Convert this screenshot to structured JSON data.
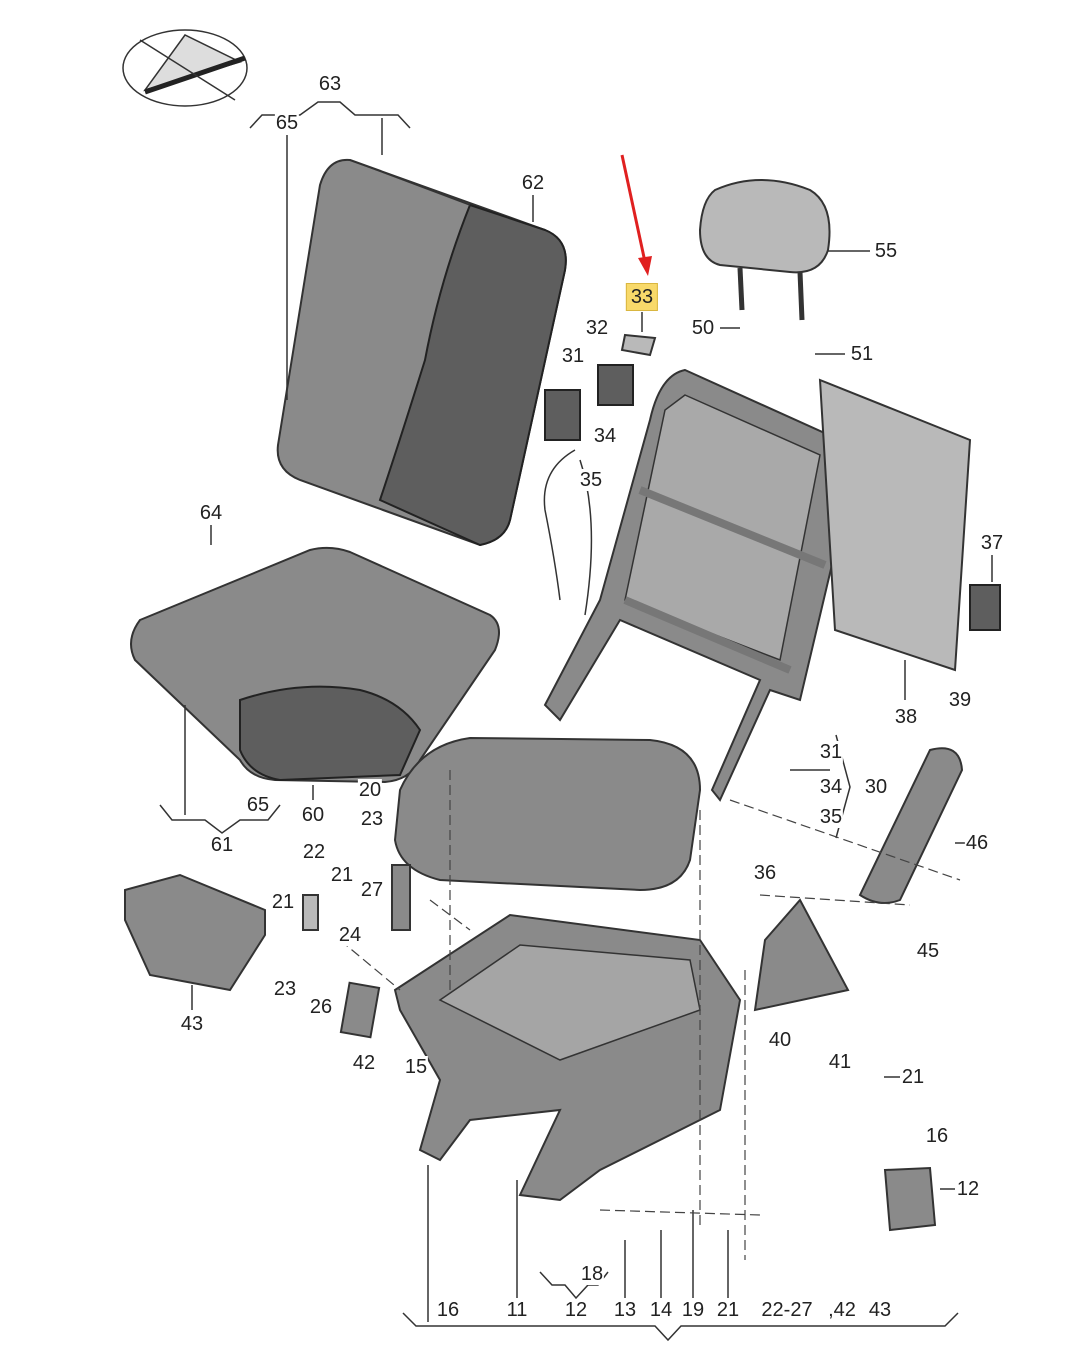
{
  "diagram": {
    "title": "Rear seat exploded parts diagram",
    "highlighted_part": "33",
    "accent_color": "#f8d96a",
    "arrow_color": "#e02020",
    "labels": {
      "p63": "63",
      "p65a": "65",
      "p62": "62",
      "p33": "33",
      "p55": "55",
      "p32": "32",
      "p50": "50",
      "p51": "51",
      "p31a": "31",
      "p34a": "34",
      "p35a": "35",
      "p64": "64",
      "p37": "37",
      "p39": "39",
      "p38": "38",
      "p31b": "31",
      "p34b": "34",
      "p30": "30",
      "p35b": "35",
      "p20": "20",
      "p65b": "65",
      "p60": "60",
      "p61": "61",
      "p23a": "23",
      "p46": "46",
      "p22": "22",
      "p21a": "21",
      "p27": "27",
      "p36": "36",
      "p21b": "21",
      "p24": "24",
      "p45": "45",
      "p23b": "23",
      "p26": "26",
      "p43": "43",
      "p40": "40",
      "p41": "41",
      "p42": "42",
      "p15": "15",
      "p21c": "21",
      "p16a": "16",
      "p12a": "12",
      "p18": "18"
    },
    "bottom_row": [
      "16",
      "11",
      "12",
      "13",
      "14",
      "19",
      "21",
      "22-27",
      ",42",
      "43"
    ]
  }
}
